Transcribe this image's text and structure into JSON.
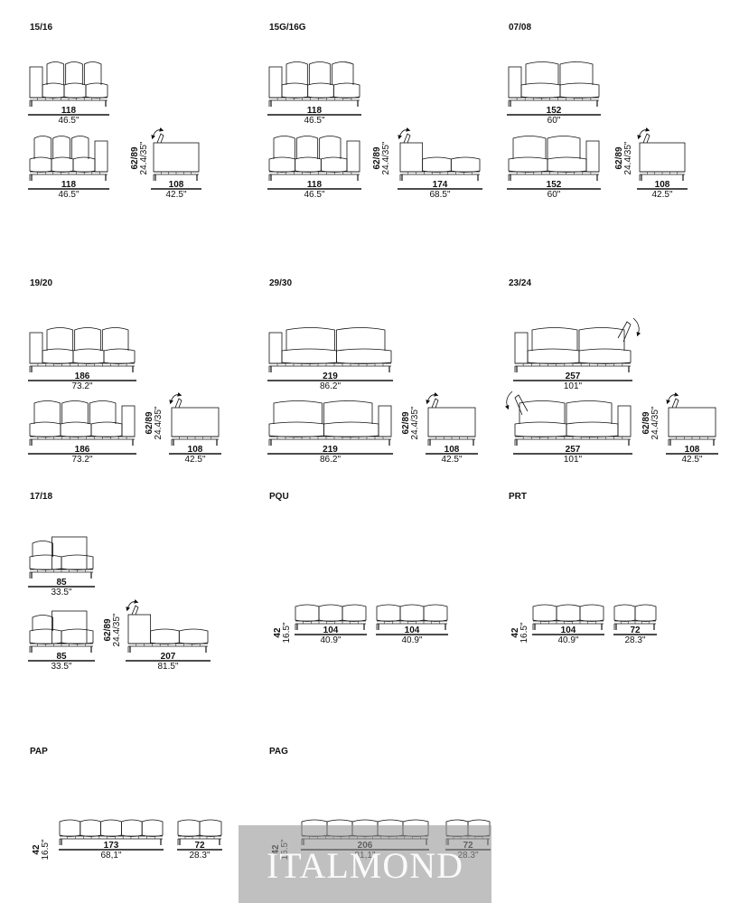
{
  "sections": [
    {
      "code": "15/16",
      "height": "62/89",
      "height_in": "24.4/35\"",
      "items": [
        {
          "kind": "corner-right",
          "cm": "118",
          "in": "46.5\""
        },
        {
          "kind": "corner-left",
          "cm": "118",
          "in": "46.5\""
        },
        {
          "kind": "side",
          "cm": "108",
          "in": "42.5\""
        }
      ]
    },
    {
      "code": "15G/16G",
      "height": "62/89",
      "height_in": "24.4/35\"",
      "items": [
        {
          "kind": "corner-right",
          "cm": "118",
          "in": "46.5\""
        },
        {
          "kind": "corner-left",
          "cm": "118",
          "in": "46.5\""
        },
        {
          "kind": "side-chaise",
          "cm": "174",
          "in": "68.5\""
        }
      ]
    },
    {
      "code": "07/08",
      "height": "62/89",
      "height_in": "24.4/35\"",
      "items": [
        {
          "kind": "corner-right",
          "cm": "152",
          "in": "60\""
        },
        {
          "kind": "corner-left",
          "cm": "152",
          "in": "60\""
        },
        {
          "kind": "side",
          "cm": "108",
          "in": "42.5\""
        }
      ]
    },
    {
      "code": "19/20",
      "height": "62/89",
      "height_in": "24.4/35\"",
      "items": [
        {
          "kind": "corner-right",
          "cm": "186",
          "in": "73.2\""
        },
        {
          "kind": "corner-left",
          "cm": "186",
          "in": "73.2\""
        },
        {
          "kind": "side",
          "cm": "108",
          "in": "42.5\""
        }
      ]
    },
    {
      "code": "29/30",
      "height": "62/89",
      "height_in": "24.4/35\"",
      "items": [
        {
          "kind": "corner-right",
          "cm": "219",
          "in": "86.2\""
        },
        {
          "kind": "corner-left",
          "cm": "219",
          "in": "86.2\""
        },
        {
          "kind": "side",
          "cm": "108",
          "in": "42.5\""
        }
      ]
    },
    {
      "code": "23/24",
      "height": "62/89",
      "height_in": "24.4/35\"",
      "items": [
        {
          "kind": "recliner-right",
          "cm": "257",
          "in": "101\""
        },
        {
          "kind": "recliner-left",
          "cm": "257",
          "in": "101\""
        },
        {
          "kind": "side",
          "cm": "108",
          "in": "42.5\""
        }
      ]
    },
    {
      "code": "17/18",
      "height": "62/89",
      "height_in": "24.4/35\"",
      "items": [
        {
          "kind": "small-corner",
          "cm": "85",
          "in": "33.5\""
        },
        {
          "kind": "small-corner",
          "cm": "85",
          "in": "33.5\""
        },
        {
          "kind": "side-chaise",
          "cm": "207",
          "in": "81.5\""
        }
      ]
    },
    {
      "code": "PQU",
      "height": "42",
      "height_in": "16.5\"",
      "items": [
        {
          "kind": "pouf",
          "cm": "104",
          "in": "40.9\""
        },
        {
          "kind": "pouf",
          "cm": "104",
          "in": "40.9\""
        }
      ]
    },
    {
      "code": "PRT",
      "height": "42",
      "height_in": "16.5\"",
      "items": [
        {
          "kind": "pouf",
          "cm": "104",
          "in": "40.9\""
        },
        {
          "kind": "pouf",
          "cm": "72",
          "in": "28.3\""
        }
      ]
    },
    {
      "code": "PAP",
      "height": "42",
      "height_in": "16.5\"",
      "items": [
        {
          "kind": "pouf",
          "cm": "173",
          "in": "68,1\""
        },
        {
          "kind": "pouf",
          "cm": "72",
          "in": "28.3\""
        }
      ]
    },
    {
      "code": "PAG",
      "height": "42",
      "height_in": "16.5\"",
      "items": [
        {
          "kind": "pouf",
          "cm": "206",
          "in": "81,1\""
        },
        {
          "kind": "pouf",
          "cm": "72",
          "in": "28.3\""
        }
      ]
    }
  ],
  "watermark": {
    "text": "ITALMOND"
  },
  "colors": {
    "line": "#111111",
    "floor": "#1a1a1a",
    "watermark_bg": "#969696"
  }
}
